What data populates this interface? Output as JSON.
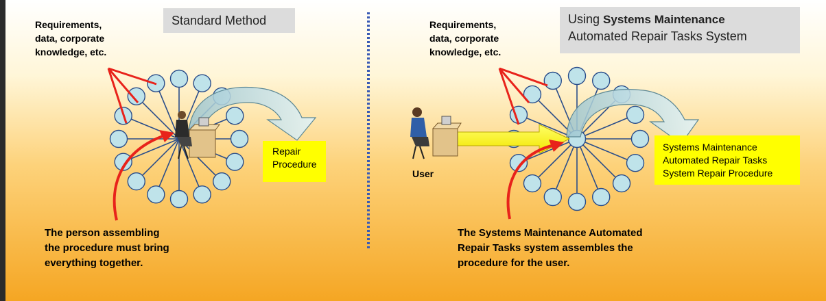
{
  "left_panel": {
    "title": "Standard Method",
    "inputs_label": [
      "Requirements,",
      "data, corporate",
      "knowledge, etc."
    ],
    "output_label": [
      "Repair",
      "Procedure"
    ],
    "caption": [
      "The person assembling",
      "the procedure must bring",
      "everything together."
    ]
  },
  "right_panel": {
    "title_prefix": "Using ",
    "title_bold": "Systems Maintenance",
    "title_line2": "Automated Repair Tasks System",
    "inputs_label": [
      "Requirements,",
      "data, corporate",
      "knowledge, etc."
    ],
    "user_label": "User",
    "output_label": [
      "Systems Maintenance",
      "Automated Repair Tasks",
      "System Repair Procedure"
    ],
    "caption_prefix": "The ",
    "caption_bold": "Systems Maintenance Automated",
    "caption_bold2": "Repair Tasks",
    "caption_rest": " system assembles the",
    "caption_line3": "procedure for the user."
  },
  "colors": {
    "background_top": "#ffffff",
    "background_bottom": "#f5a623",
    "node_fill": "#bfe3ea",
    "node_stroke": "#2a4d8a",
    "arrow_red": "#e8231b",
    "arrow_yellow": "#ffff00",
    "divider": "#3a5bb5"
  }
}
